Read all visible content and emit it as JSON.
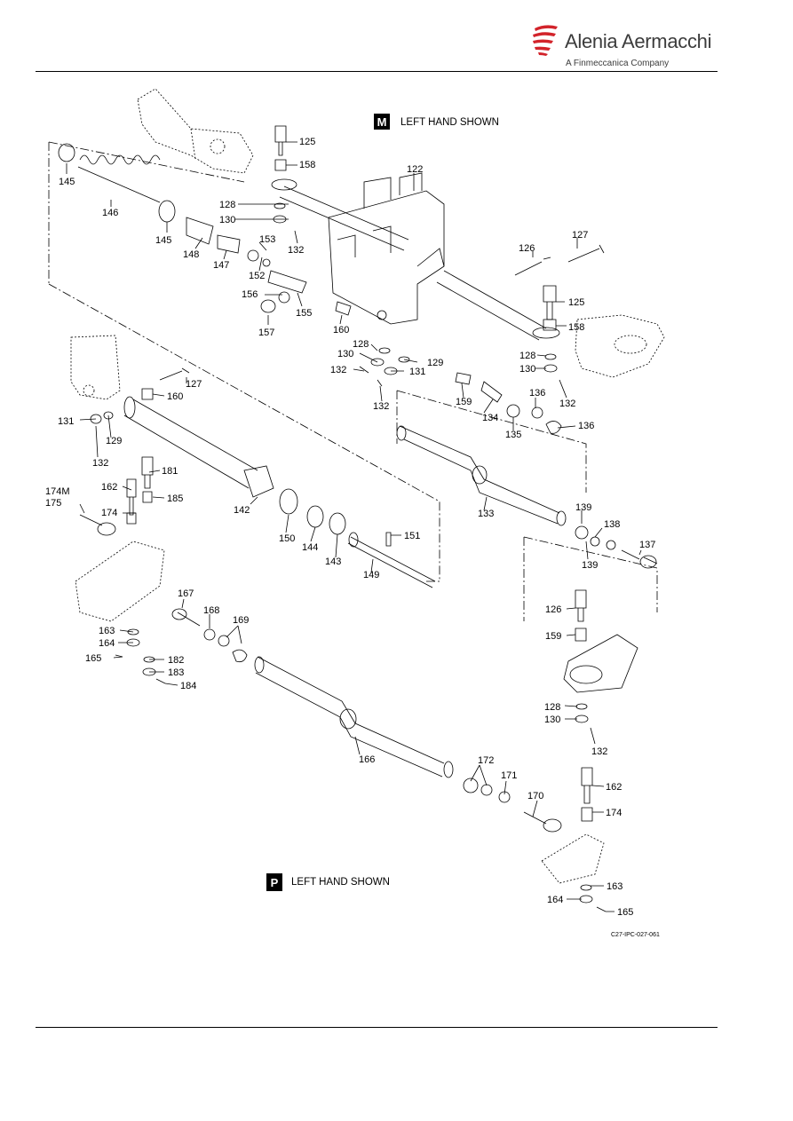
{
  "header": {
    "company": "Alenia Aermacchi",
    "tagline": "A Finmeccanica Company"
  },
  "figure": {
    "reference": "C27-IPC-027-061",
    "upper_view": {
      "badge": "M",
      "note": "LEFT HAND SHOWN"
    },
    "lower_view": {
      "badge": "P",
      "note": "LEFT HAND SHOWN"
    },
    "callouts": [
      "122",
      "125",
      "158",
      "128",
      "130",
      "132",
      "145",
      "146",
      "145",
      "148",
      "147",
      "153",
      "152",
      "156",
      "155",
      "157",
      "160",
      "126",
      "127",
      "125",
      "158",
      "128",
      "130",
      "132",
      "128",
      "130",
      "129",
      "132",
      "131",
      "132",
      "159",
      "134",
      "135",
      "136",
      "136",
      "127",
      "160",
      "131",
      "129",
      "132",
      "162",
      "181",
      "174M",
      "175",
      "174",
      "185",
      "142",
      "150",
      "144",
      "143",
      "151",
      "149",
      "133",
      "139",
      "138",
      "137",
      "139",
      "126",
      "159",
      "128",
      "130",
      "132",
      "167",
      "168",
      "169",
      "163",
      "164",
      "165",
      "182",
      "183",
      "184",
      "166",
      "172",
      "171",
      "170",
      "162",
      "174",
      "163",
      "164",
      "165"
    ]
  },
  "colors": {
    "line": "#000000",
    "logo_red": "#d2232a",
    "logo_text": "#3c3c3c"
  }
}
